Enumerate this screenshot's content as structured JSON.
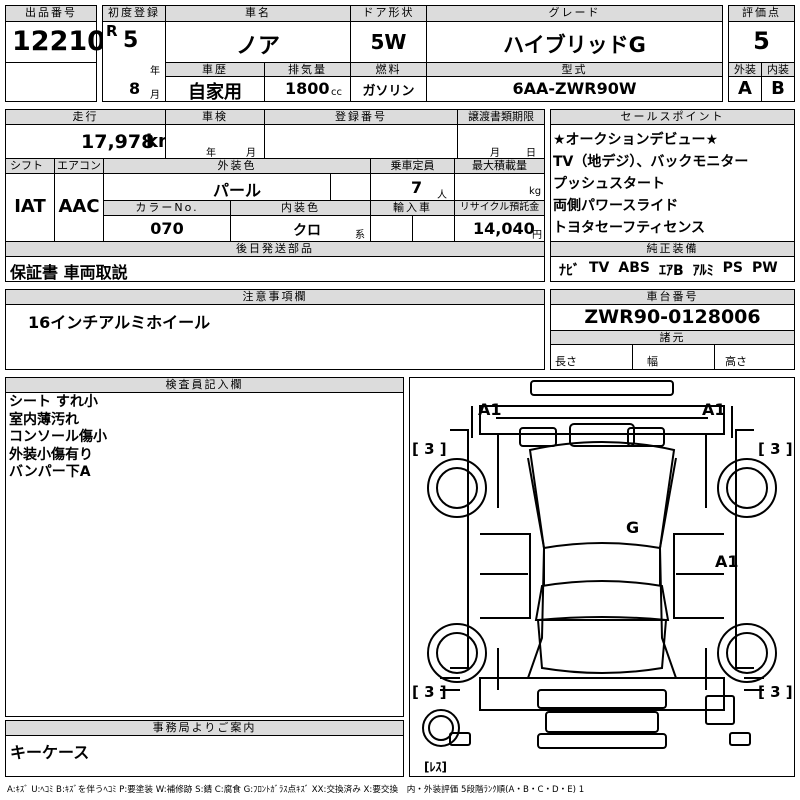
{
  "headers": {
    "lot_no": "出品番号",
    "first_reg": "初度登録",
    "model": "車名",
    "door": "ドア形状",
    "grade": "グレード",
    "score": "評価点",
    "history": "車歴",
    "displacement": "排気量",
    "fuel": "燃料",
    "type": "型式",
    "exterior": "外装",
    "interior": "内装",
    "mileage": "走行",
    "inspection": "車検",
    "reg_no": "登録番号",
    "transfer": "譲渡書類期限",
    "sales_points": "セールスポイント",
    "shift": "シフト",
    "aircon": "エアコン",
    "ext_color": "外装色",
    "capacity": "乗車定員",
    "max_load": "最大積載量",
    "color_no": "カラーNo.",
    "int_color": "内装色",
    "import": "輸入車",
    "recycle": "リサイクル預託金",
    "later_parts": "後日発送部品",
    "equipment": "純正装備",
    "notes": "注意事項欄",
    "chassis": "車台番号",
    "specs": "諸元",
    "inspector": "検査員記入欄",
    "office": "事務局よりご案内"
  },
  "values": {
    "lot_no": "12210",
    "era": "R",
    "year": "5",
    "year_unit": "年",
    "month": "8",
    "month_unit": "月",
    "model": "ノア",
    "door": "5W",
    "grade": "ハイブリッドG",
    "score": "5",
    "history": "自家用",
    "displacement": "1800",
    "cc": "cc",
    "fuel": "ガソリン",
    "type": "6AA-ZWR90W",
    "exterior": "A",
    "interior": "B",
    "mileage": "17,978",
    "km": "km",
    "insp_year_unit": "年",
    "insp_month_unit": "月",
    "transfer_month_unit": "月",
    "transfer_day_unit": "日",
    "shift": "IAT",
    "aircon": "AAC",
    "ext_color": "パール",
    "capacity": "7",
    "capacity_unit": "人",
    "kg": "kg",
    "color_no": "070",
    "int_color": "クロ",
    "int_color_unit": "系",
    "recycle": "14,040",
    "yen": "円",
    "later_parts": "保証書 車両取説",
    "notes": "16インチアルミホイール",
    "chassis": "ZWR90-0128006",
    "length": "長さ",
    "width": "幅",
    "height": "高さ",
    "office": "キーケース"
  },
  "sales_points": [
    "★オークションデビュー★",
    "TV（地デジ）、バックモニター",
    "プッシュスタート",
    "両側パワースライド",
    "トヨタセーフティセンス"
  ],
  "equipment": [
    "ﾅﾋﾞ",
    "TV",
    "ABS",
    "ｴｱB",
    "ｱﾙﾐ",
    "PS",
    "PW"
  ],
  "inspector_notes": [
    "シート すれ小",
    "室内薄汚れ",
    "コンソール傷小",
    "外装小傷有り",
    "バンパー下A"
  ],
  "diagram": {
    "front_left": "A1",
    "front_right": "A1",
    "wheel_fl": "[ 3 ]",
    "wheel_fr": "[ 3 ]",
    "roof": "G",
    "side_right": "A1",
    "wheel_rl": "[ 3 ]",
    "wheel_rr": "[ 3 ]",
    "spare": "[ﾚｽ]"
  },
  "legend": "A:ｷｽﾞ U:ﾍｺﾐ B:ｷｽﾞを伴うﾍｺﾐ P:要塗装 W:補修跡 S:錆 C:腐食 G:ﾌﾛﾝﾄｶﾞﾗｽ点ｷｽﾞ XX:交換済み X:要交換　内・外装評価 5段階ﾗﾝｸ順(A・B・C・D・E) 1"
}
